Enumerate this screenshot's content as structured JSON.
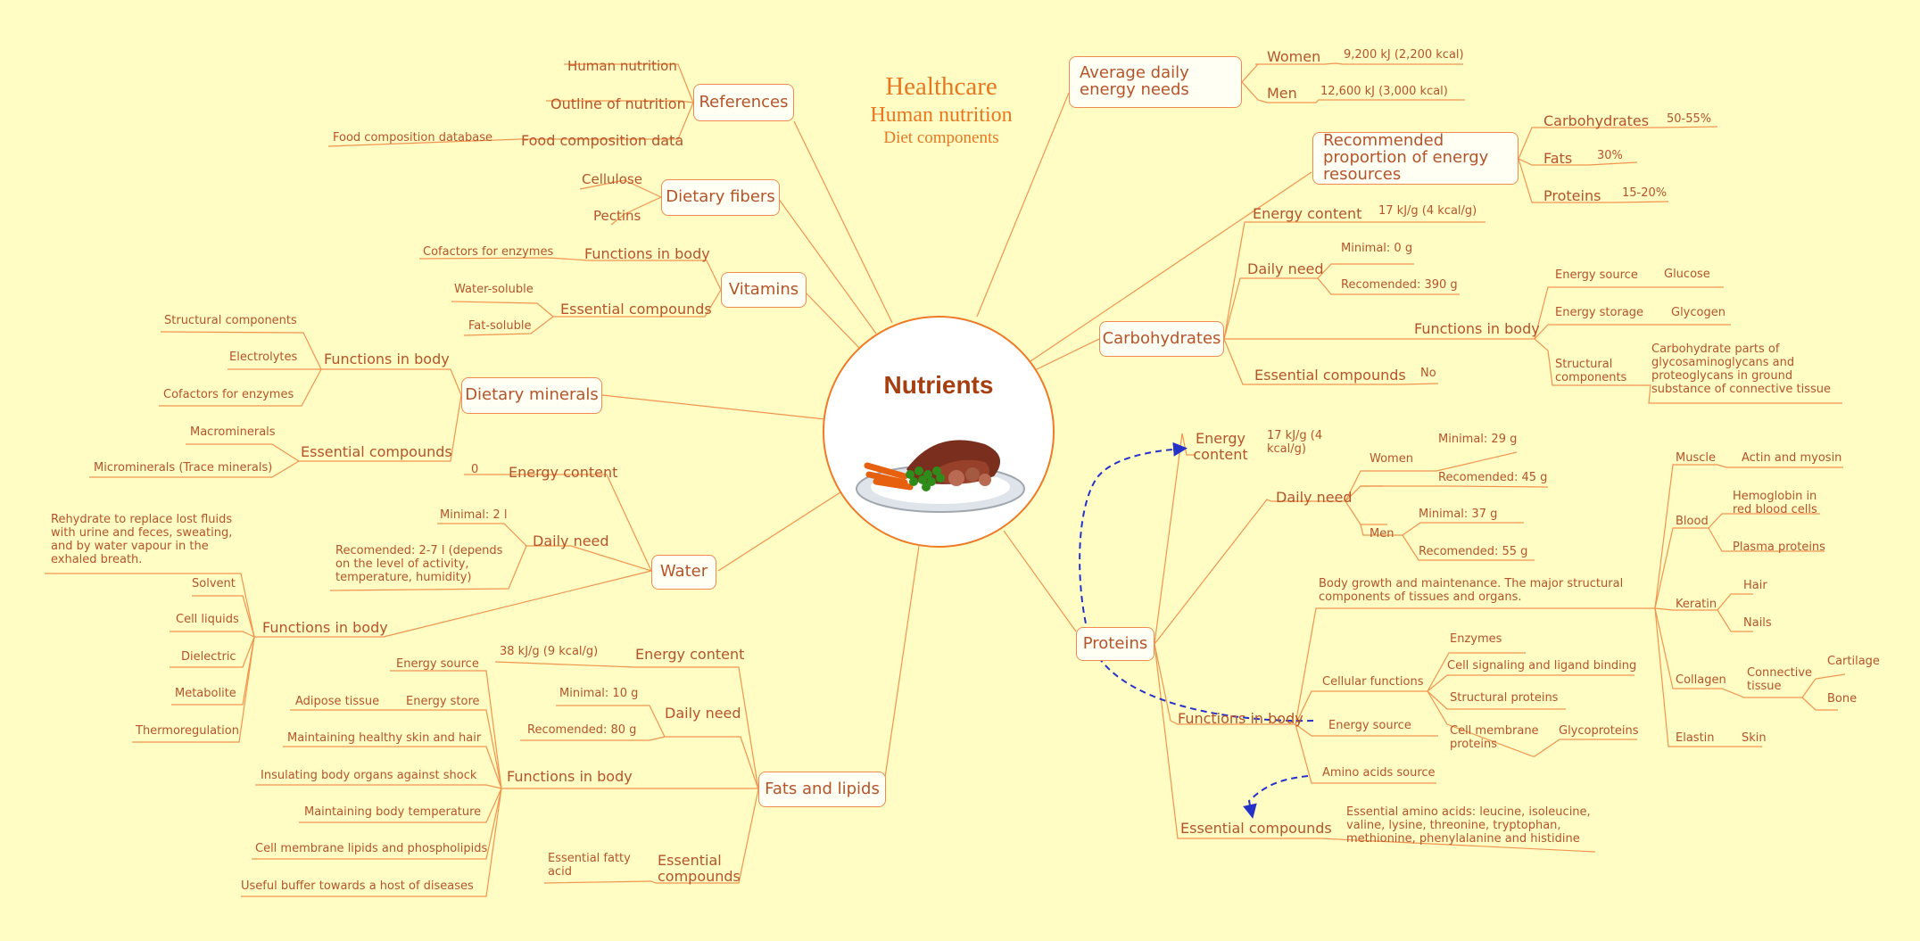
{
  "header": {
    "title": "Healthcare",
    "subtitle": "Human nutrition",
    "subsubtitle": "Diet components"
  },
  "hub": {
    "label": "Nutrients"
  },
  "colors": {
    "background": "#fffcc4",
    "lines": "#f0954f",
    "text": "#b5542a",
    "box_border": "#f08a4e",
    "arrows": "#2432c8"
  },
  "icons": {
    "plate": "meal-plate-icon"
  },
  "references": {
    "label": "References",
    "human_nutrition": "Human nutrition",
    "outline": "Outline of nutrition",
    "food_composition_data": "Food composition data",
    "food_composition_database": "Food composition database"
  },
  "dietary_fibers": {
    "label": "Dietary fibers",
    "cellulose": "Cellulose",
    "pectins": "Pectins"
  },
  "vitamins": {
    "label": "Vitamins",
    "functions": "Functions in body",
    "cofactors": "Cofactors for enzymes",
    "essential": "Essential compounds",
    "water_soluble": "Water-soluble",
    "fat_soluble": "Fat-soluble"
  },
  "minerals": {
    "label": "Dietary minerals",
    "functions": "Functions in body",
    "structural": "Structural components",
    "electrolytes": "Electrolytes",
    "cofactors": "Cofactors for enzymes",
    "essential": "Essential compounds",
    "macro": "Macrominerals",
    "micro": "Microminerals (Trace minerals)"
  },
  "water": {
    "label": "Water",
    "energy": "Energy content",
    "energy_val": "0",
    "daily": "Daily need",
    "minimal": "Minimal:  2 l",
    "recommended": "Recomended:  2-7 l (depends on the level of activity, temperature, humidity)",
    "functions": "Functions in body",
    "rehydrate": "Rehydrate to replace lost fluids with urine and feces, sweating, and by water vapour in the exhaled breath.",
    "solvent": "Solvent",
    "cell_liquids": "Cell liquids",
    "dielectric": "Dielectric",
    "metabolite": "Metabolite",
    "thermoregulation": "Thermoregulation"
  },
  "fats": {
    "label": "Fats and lipids",
    "energy": "Energy content",
    "energy_val": "38 kJ/g (9 kcal/g)",
    "daily": "Daily need",
    "minimal": "Minimal:  10 g",
    "recommended": "Recomended:  80 g",
    "functions": "Functions in body",
    "energy_source": "Energy source",
    "energy_store": "Energy store",
    "adipose": "Adipose tissue",
    "skin_hair": "Maintaining healthy skin and hair",
    "insulating": "Insulating body organs against shock",
    "body_temp": "Maintaining body temperature",
    "membrane": "Cell membrane lipids and phospholipids",
    "buffer": "Useful buffer towards a host of diseases",
    "essential": "Essential compounds",
    "fatty_acid": "Essential fatty acid"
  },
  "energy_needs": {
    "label": "Average daily energy needs",
    "women": "Women",
    "women_val": "9,200 kJ (2,200 kcal)",
    "men": "Men",
    "men_val": "12,600 kJ (3,000 kcal)"
  },
  "proportion": {
    "label": "Recommended proportion of energy resources",
    "carbs": "Carbohydrates",
    "carbs_val": "50-55%",
    "fats": "Fats",
    "fats_val": "30%",
    "proteins": "Proteins",
    "proteins_val": "15-20%"
  },
  "carbohydrates": {
    "label": "Carbohydrates",
    "energy": "Energy content",
    "energy_val": "17 kJ/g (4 kcal/g)",
    "daily": "Daily need",
    "minimal": "Minimal:  0 g",
    "recommended": "Recomended:  390 g",
    "functions": "Functions in body",
    "energy_source": "Energy source",
    "glucose": "Glucose",
    "energy_storage": "Energy storage",
    "glycogen": "Glycogen",
    "structural": "Structural components",
    "structural_desc": "Carbohydrate parts of glycosaminoglycans and proteoglycans in ground substance of connective tissue",
    "essential": "Essential compounds",
    "essential_val": "No"
  },
  "proteins": {
    "label": "Proteins",
    "energy": "Energy content",
    "energy_val": "17 kJ/g (4 kcal/g)",
    "daily": "Daily need",
    "women": "Women",
    "women_min": "Minimal:  29 g",
    "women_rec": "Recomended:  45 g",
    "men": "Men",
    "men_min": "Minimal:  37 g",
    "men_rec": "Recomended:  55 g",
    "functions": "Functions in body",
    "growth": "Body growth and maintenance. The major structural components of tissues and organs.",
    "cellular": "Cellular functions",
    "enzymes": "Enzymes",
    "signaling": "Cell signaling and ligand binding",
    "structural_proteins": "Structural proteins",
    "membrane_proteins": "Cell membrane proteins",
    "glycoproteins": "Glycoproteins",
    "energy_source": "Energy source",
    "amino_source": "Amino acids source",
    "muscle": "Muscle",
    "actin": "Actin and myosin",
    "blood": "Blood",
    "hemoglobin": "Hemoglobin in red blood cells",
    "plasma": "Plasma proteins",
    "keratin": "Keratin",
    "hair": "Hair",
    "nails": "Nails",
    "collagen": "Collagen",
    "connective": "Connective tissue",
    "cartilage": "Cartilage",
    "bone": "Bone",
    "elastin": "Elastin",
    "skin": "Skin",
    "essential": "Essential compounds",
    "amino_acids": "Essential amino acids: leucine, isoleucine, valine, lysine, threonine, tryptophan, methionine, phenylalanine and histidine"
  }
}
